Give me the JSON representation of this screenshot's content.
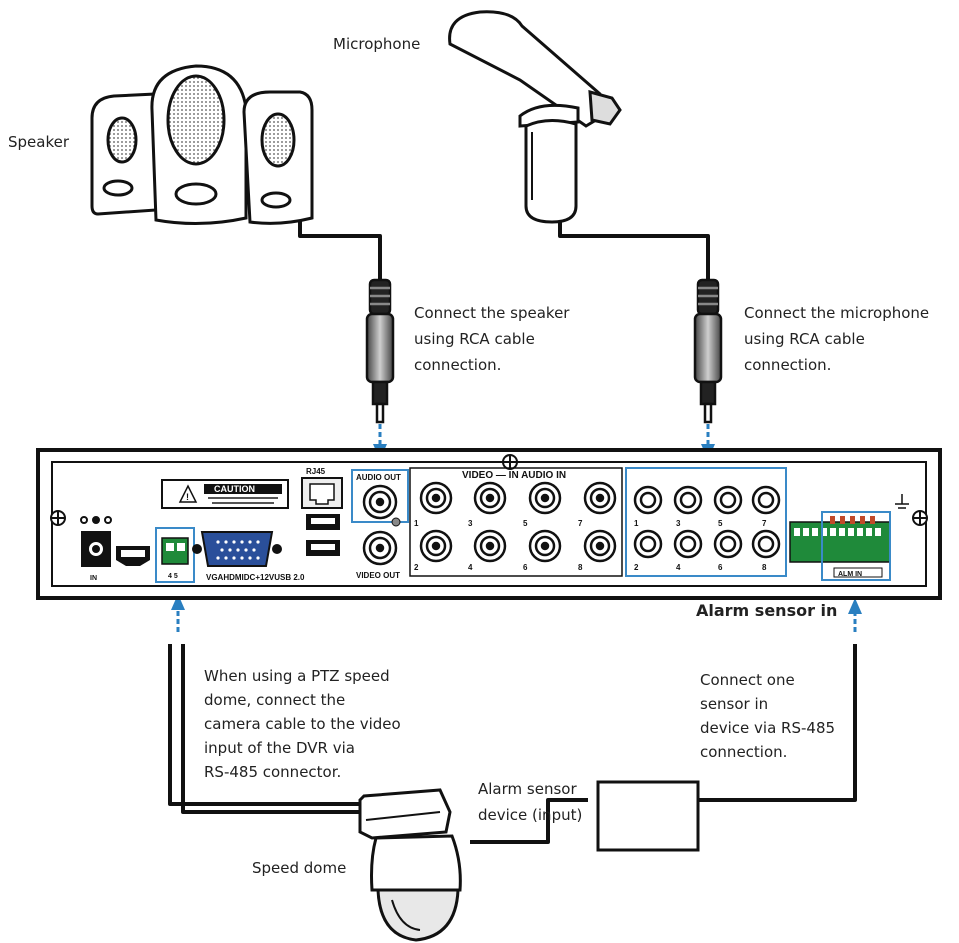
{
  "labels": {
    "speaker": "Speaker",
    "microphone": "Microphone",
    "speaker_note": [
      "Connect the speaker",
      "using RCA cable",
      "connection."
    ],
    "mic_note": [
      "Connect the microphone",
      "using RCA cable",
      "connection."
    ],
    "alarm_sensor_in": "Alarm sensor in",
    "ptz_note": [
      "When using a PTZ speed",
      "dome, connect the",
      "camera cable to the video",
      "input of the DVR via",
      "RS-485 connector."
    ],
    "sensor_note": [
      "Connect one",
      "sensor in",
      "device via RS-485",
      "connection."
    ],
    "alarm_device": [
      "Alarm sensor",
      "device (input)"
    ],
    "speed_dome": "Speed dome"
  },
  "panel": {
    "caution": "CAUTION",
    "rj45": "RJ45",
    "audio_out": "AUDIO OUT",
    "video_out": "VIDEO OUT",
    "video_in_audio_in": "VIDEO — IN AUDIO IN",
    "bottom_ports": "VGAHDMIDC+12VUSB 2.0",
    "dc_in": "IN",
    "alm_in": "ALM IN",
    "video_numbers_top": [
      "1",
      "3",
      "5",
      "7"
    ],
    "video_numbers_bottom": [
      "2",
      "4",
      "6",
      "8"
    ],
    "audio_numbers_top": [
      "1",
      "3",
      "5",
      "7"
    ],
    "audio_numbers_bottom": [
      "2",
      "4",
      "6",
      "8"
    ]
  },
  "colors": {
    "line": "#111111",
    "arrow": "#2a7fc0",
    "highlight_box": "#3a8ac8"
  },
  "icons": [
    "speaker-icon",
    "microphone-icon",
    "rca-plug-icon",
    "dvr-panel-icon",
    "speed-dome-icon",
    "alarm-sensor-box-icon",
    "warning-icon",
    "ground-icon"
  ]
}
